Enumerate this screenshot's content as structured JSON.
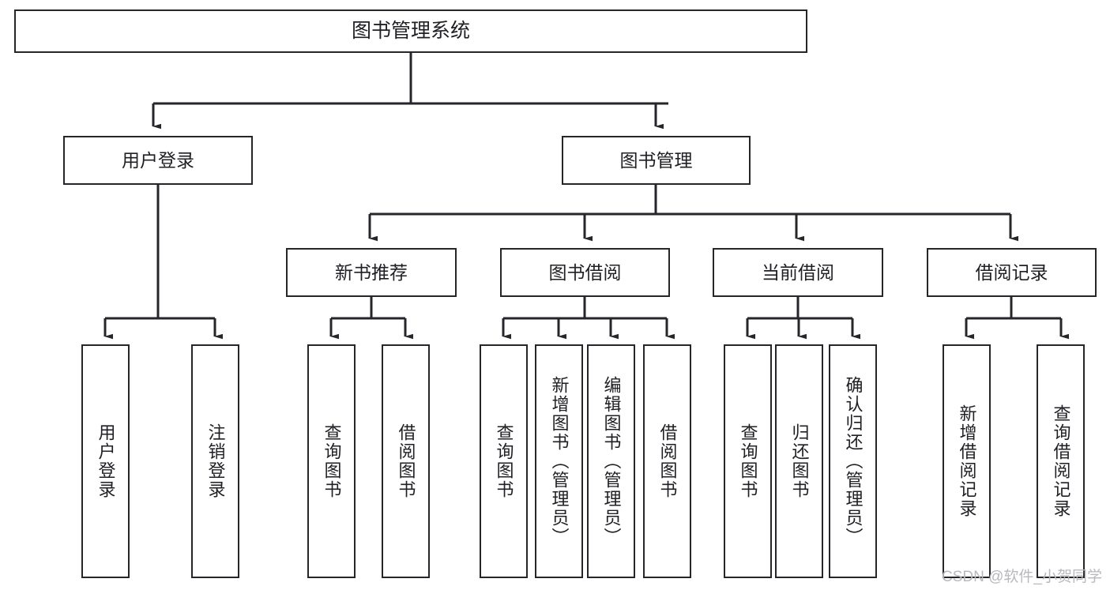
{
  "diagram": {
    "title": "图书管理系统",
    "type": "tree-hierarchy-chart",
    "stroke_color": "#26262a",
    "text_color": "#1f1f24",
    "background": "#ffffff",
    "nodes": {
      "root": {
        "label": "图书管理系统"
      },
      "level2": [
        {
          "id": "user-login",
          "label": "用户登录"
        },
        {
          "id": "book-management",
          "label": "图书管理"
        }
      ],
      "level3": [
        {
          "id": "new-book-recommend",
          "label": "新书推荐"
        },
        {
          "id": "book-borrow",
          "label": "图书借阅"
        },
        {
          "id": "current-borrow",
          "label": "当前借阅"
        },
        {
          "id": "borrow-record",
          "label": "借阅记录"
        }
      ],
      "leaves": [
        {
          "id": "leaf-user-login",
          "parent": "user-login",
          "label": "用户登录"
        },
        {
          "id": "leaf-logout",
          "parent": "user-login",
          "label": "注销登录"
        },
        {
          "id": "leaf-query-book-1",
          "parent": "new-book-recommend",
          "label": "查询图书"
        },
        {
          "id": "leaf-borrow-book-1",
          "parent": "new-book-recommend",
          "label": "借阅图书"
        },
        {
          "id": "leaf-query-book-2",
          "parent": "book-borrow",
          "label": "查询图书"
        },
        {
          "id": "leaf-add-book",
          "parent": "book-borrow",
          "label": "新增图书（管理员）"
        },
        {
          "id": "leaf-edit-book",
          "parent": "book-borrow",
          "label": "编辑图书（管理员）"
        },
        {
          "id": "leaf-borrow-book-2",
          "parent": "book-borrow",
          "label": "借阅图书"
        },
        {
          "id": "leaf-query-book-3",
          "parent": "current-borrow",
          "label": "查询图书"
        },
        {
          "id": "leaf-return-book",
          "parent": "current-borrow",
          "label": "归还图书"
        },
        {
          "id": "leaf-confirm-return",
          "parent": "current-borrow",
          "label": "确认归还（管理员）"
        },
        {
          "id": "leaf-add-record",
          "parent": "borrow-record",
          "label": "新增借阅记录"
        },
        {
          "id": "leaf-query-record",
          "parent": "borrow-record",
          "label": "查询借阅记录"
        }
      ]
    },
    "watermark": "CSDN @软件_小贺同学"
  }
}
